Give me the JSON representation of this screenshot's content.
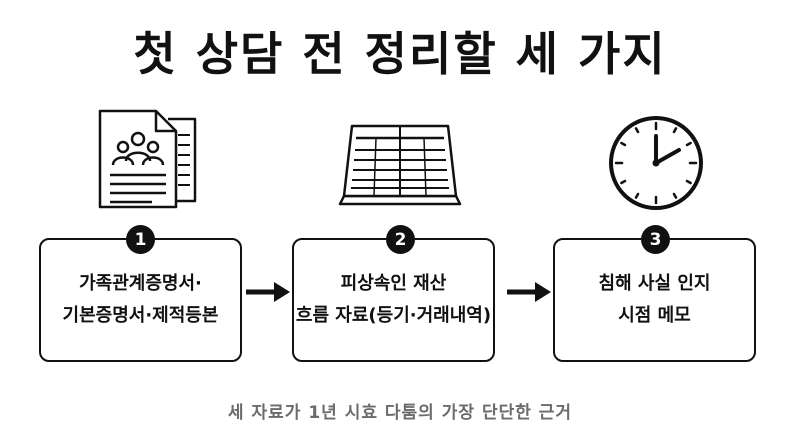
{
  "title": "첫 상담 전 정리할 세 가지",
  "steps": [
    {
      "number": "1",
      "lines": [
        "가족관계증명서·",
        "기본증명서·제적등본"
      ],
      "icon": "family-documents-icon"
    },
    {
      "number": "2",
      "lines": [
        "피상속인 재산",
        "흐름 자료(등기·거래내역)"
      ],
      "icon": "ledger-book-icon"
    },
    {
      "number": "3",
      "lines": [
        "침해 사실 인지",
        "시점 메모"
      ],
      "icon": "clock-icon"
    }
  ],
  "footer": "세 자료가 1년 시효 다툼의 가장 단단한 근거",
  "colors": {
    "text": "#111111",
    "footer": "#6b6b6b",
    "background": "#ffffff"
  }
}
